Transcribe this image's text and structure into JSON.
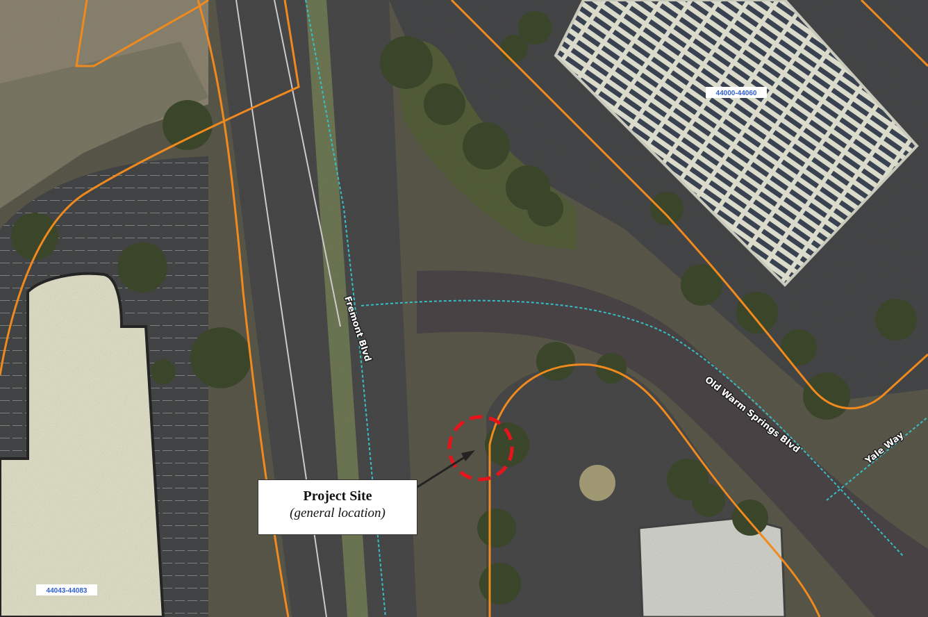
{
  "map": {
    "callout": {
      "title": "Project Site",
      "subtitle": "(general location)"
    },
    "streets": {
      "fremont": "Fremont Blvd",
      "old_warm_springs": "Old Warm Springs Blvd",
      "yale": "Yale Way"
    },
    "parcels": {
      "ne_building": "44000-44060",
      "sw_building": "44043-44083"
    },
    "colors": {
      "parcel_line": "#f08a1e",
      "centerline": "#35c0c8",
      "site_marker": "#e8141c",
      "label_box_fill": "#ffffff",
      "parcel_label_bg": "#ffffff",
      "parcel_label_text": "#2f5fd0"
    },
    "icons": {
      "site_marker": "dashed-circle-icon",
      "leader": "arrow-leader-icon"
    }
  }
}
